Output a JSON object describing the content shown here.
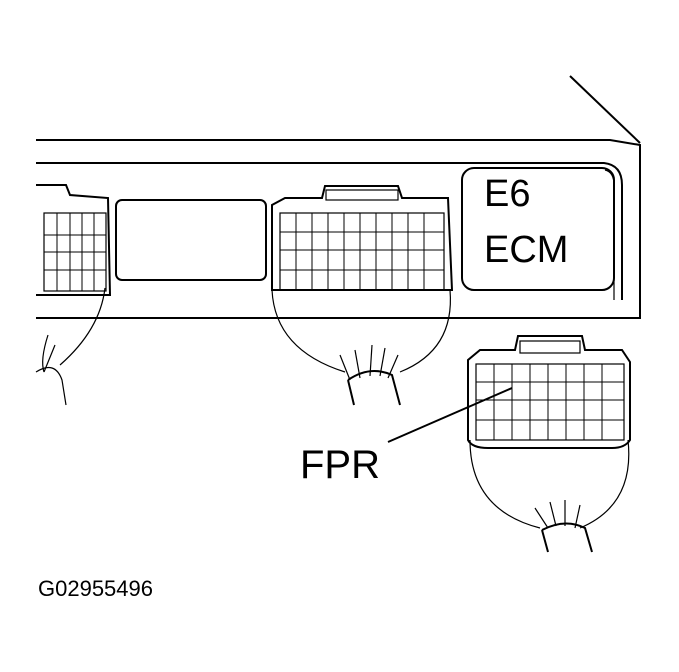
{
  "ecm": {
    "connector_label": "E6",
    "unit_label": "ECM"
  },
  "callout": {
    "terminal_label": "FPR"
  },
  "figure_code": "G02955496",
  "colors": {
    "line": "#000000",
    "background": "#ffffff"
  }
}
